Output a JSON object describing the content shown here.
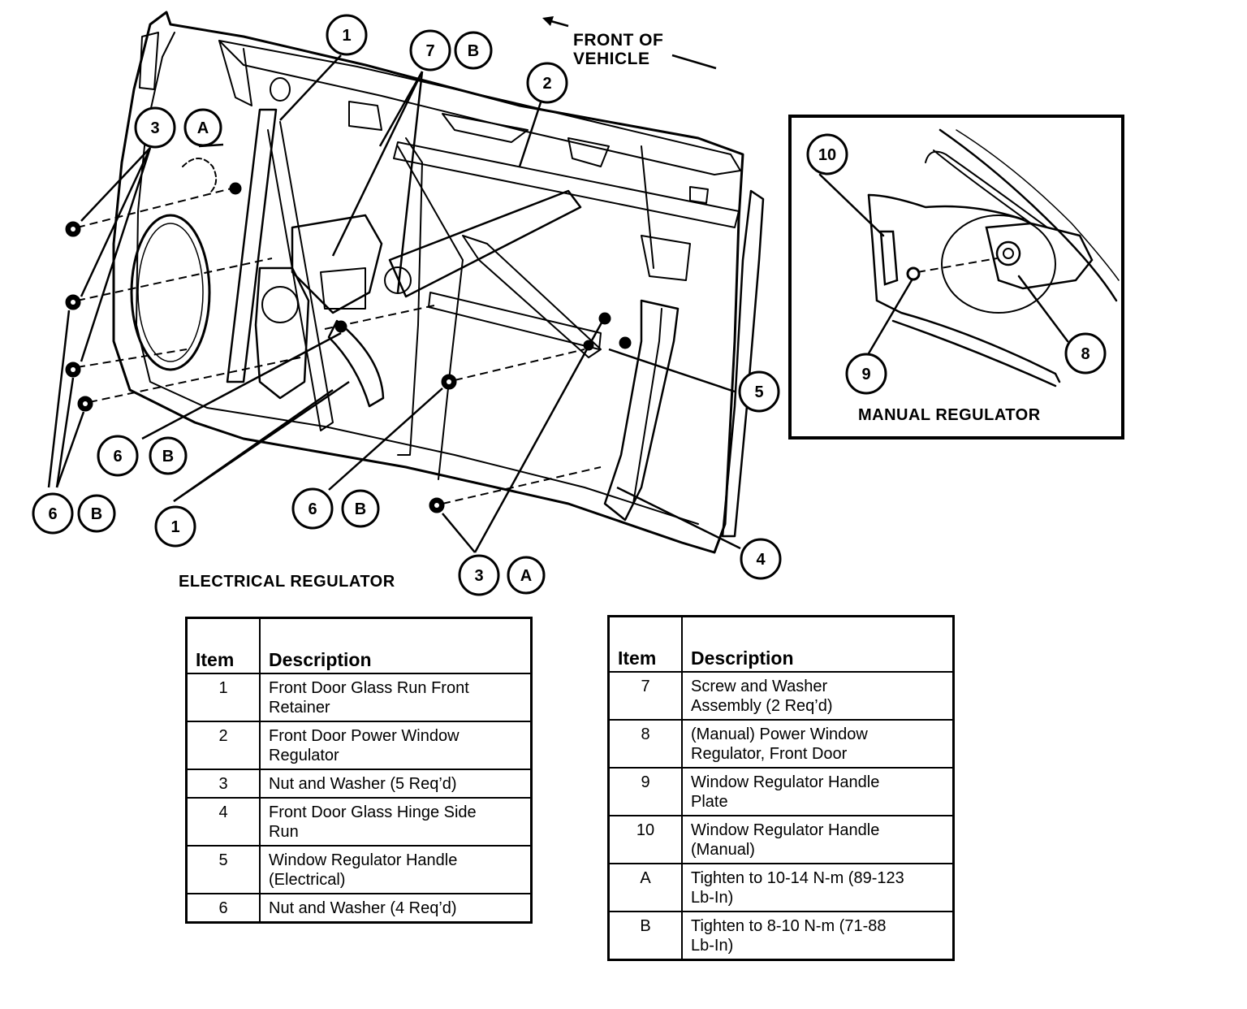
{
  "labels": {
    "front_of_vehicle_line1": "FRONT OF",
    "front_of_vehicle_line2": "VEHICLE",
    "electrical_regulator": "ELECTRICAL REGULATOR",
    "manual_regulator": "MANUAL REGULATOR"
  },
  "callouts": {
    "c1_top": "1",
    "c7": "7",
    "c7_letter": "B",
    "c2": "2",
    "c3_top": "3",
    "c3_top_letter": "A",
    "c5": "5",
    "c4": "4",
    "c3_bottom": "3",
    "c3_bottom_letter": "A",
    "c1_bottom": "1",
    "c6_left": "6",
    "c6_left_letter": "B",
    "c6_mid": "6",
    "c6_mid_letter": "B",
    "c6_low": "6",
    "c6_low_letter": "B",
    "c10": "10",
    "c9": "9",
    "c8": "8"
  },
  "legend_left": {
    "header_item": "Item",
    "header_description": "Description",
    "rows": [
      {
        "item": "1",
        "line1": "Front Door Glass Run Front",
        "line2": "Retainer"
      },
      {
        "item": "2",
        "line1": "Front Door Power Window",
        "line2": "Regulator"
      },
      {
        "item": "3",
        "line1": "Nut and Washer (5 Req’d)",
        "line2": ""
      },
      {
        "item": "4",
        "line1": "Front Door Glass Hinge Side",
        "line2": "Run"
      },
      {
        "item": "5",
        "line1": "Window Regulator Handle",
        "line2": "(Electrical)"
      },
      {
        "item": "6",
        "line1": "Nut and Washer (4 Req’d)",
        "line2": ""
      }
    ]
  },
  "legend_right": {
    "header_item": "Item",
    "header_description": "Description",
    "rows": [
      {
        "item": "7",
        "line1": "Screw and Washer",
        "line2": "Assembly (2 Req’d)"
      },
      {
        "item": "8",
        "line1": "(Manual) Power Window",
        "line2": "Regulator, Front Door"
      },
      {
        "item": "9",
        "line1": "Window Regulator Handle",
        "line2": "Plate"
      },
      {
        "item": "10",
        "line1": "Window Regulator Handle",
        "line2": "(Manual)"
      },
      {
        "item": "A",
        "line1": "Tighten to 10-14 N-m (89-123",
        "line2": "Lb-In)"
      },
      {
        "item": "B",
        "line1": "Tighten to 8-10 N-m (71-88",
        "line2": "Lb-In)"
      }
    ]
  }
}
